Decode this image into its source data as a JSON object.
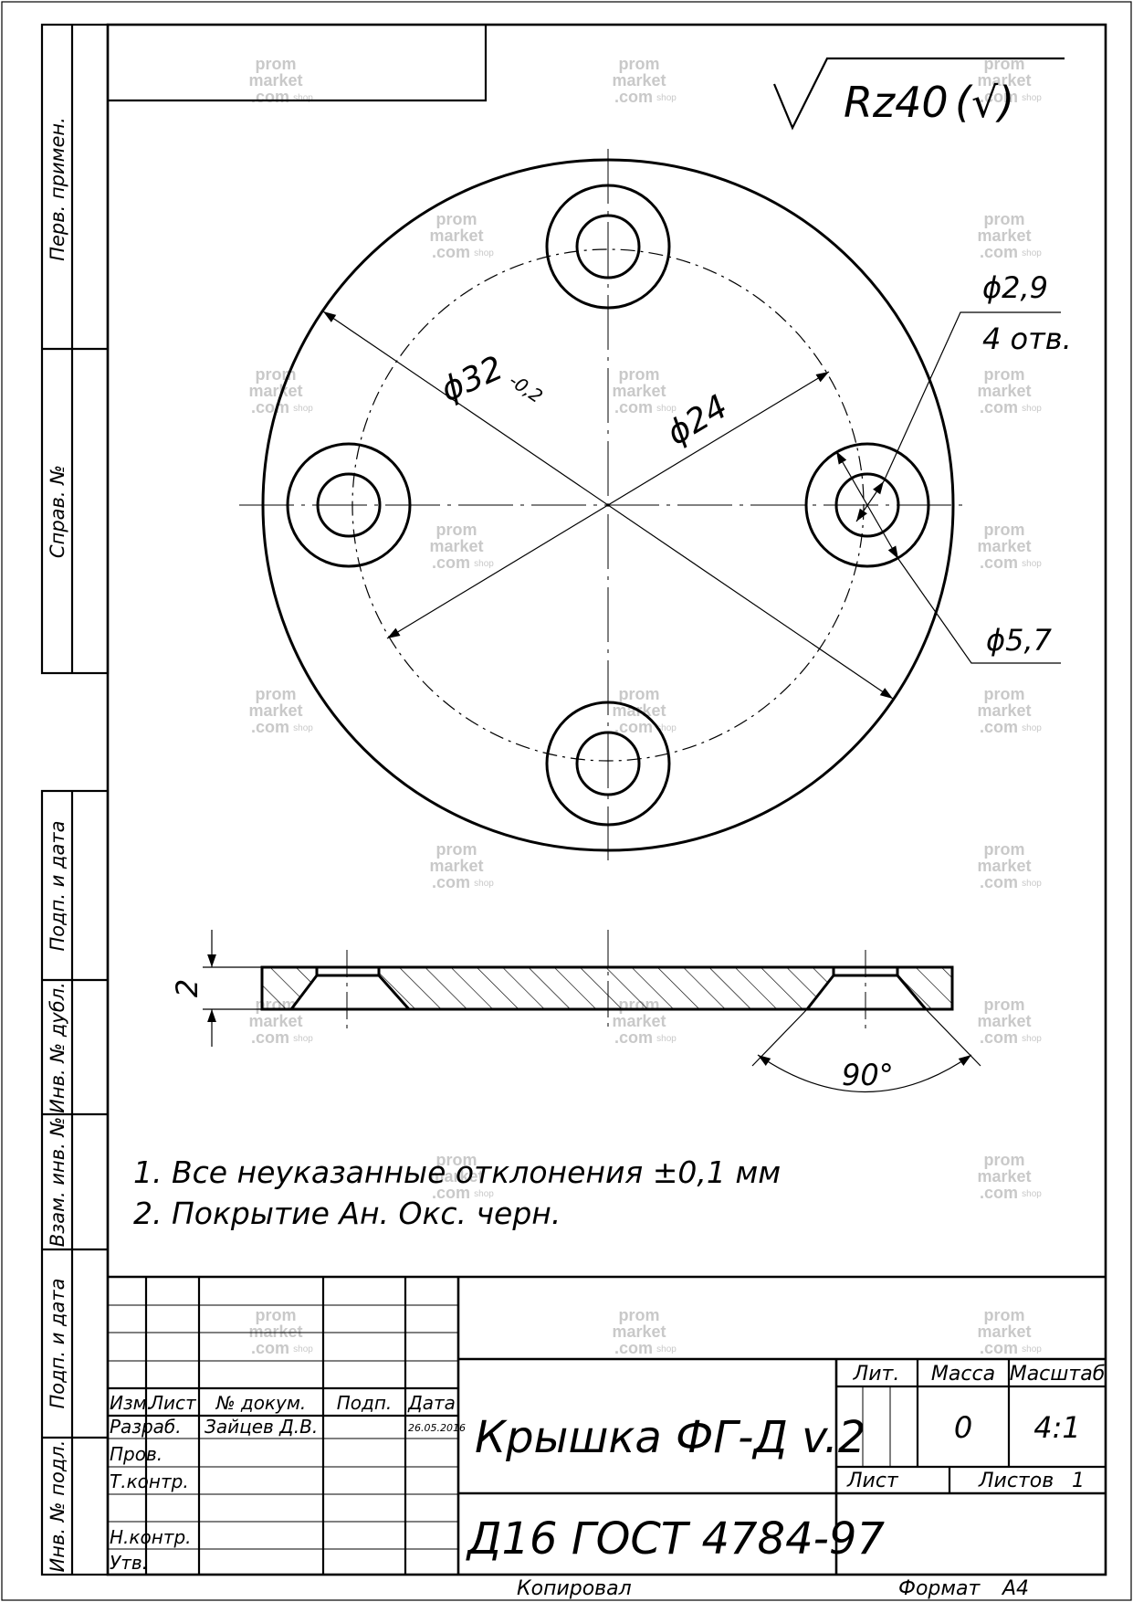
{
  "roughness": {
    "symbol": "Rz40",
    "suffix": "(√)"
  },
  "dimensions": {
    "outer_diameter": "ϕ32",
    "outer_tolerance": "-0,2",
    "bolt_circle": "ϕ24",
    "hole_diameter": "ϕ2,9",
    "hole_count": "4 отв.",
    "counterbore_diameter": "ϕ5,7",
    "thickness": "2",
    "countersink_angle": "90°"
  },
  "notes": [
    "1.   Все неуказанные отклонения ±0,1 мм",
    "2.   Покрытие Ан. Окс. черн."
  ],
  "side_labels": {
    "perv_primen": "Перв. примен.",
    "sprav_no": "Справ. №",
    "podp_data_top": "Подп. и дата",
    "inv_dubl": "Инв. № дубл.",
    "vzam_inv": "Взам. инв. №",
    "podp_data_bottom": "Подп. и дата",
    "inv_podl": "Инв. № подл."
  },
  "title_block": {
    "headers": {
      "izm": "Изм.",
      "list": "Лист",
      "doc_no": "№ докум.",
      "podp": "Подп.",
      "data": "Дата"
    },
    "roles": {
      "razrab": "Разраб.",
      "prov": "Пров.",
      "tkontr": "Т.контр.",
      "nkontr": "Н.контр.",
      "utv": "Утв."
    },
    "developer_name": "Зайцев Д.В.",
    "developer_date": "26.05.2016",
    "part_name": "Крышка ФГ-Д v.2",
    "material": "Д16  ГОСТ 4784-97",
    "lit_label": "Лит.",
    "mass_label": "Масса",
    "scale_label": "Масштаб",
    "mass_value": "0",
    "scale_value": "4:1",
    "sheet_label": "Лист",
    "sheets_label": "Листов",
    "sheets_value": "1"
  },
  "footer": {
    "copied": "Копировал",
    "format_label": "Формат",
    "format_value": "A4"
  },
  "watermark": {
    "line1": "prom",
    "line2": "market",
    "line3": ".com",
    "tag": "shop"
  },
  "colors": {
    "ink": "#000000",
    "paper": "#ffffff",
    "watermark": "#c9c9c9"
  }
}
